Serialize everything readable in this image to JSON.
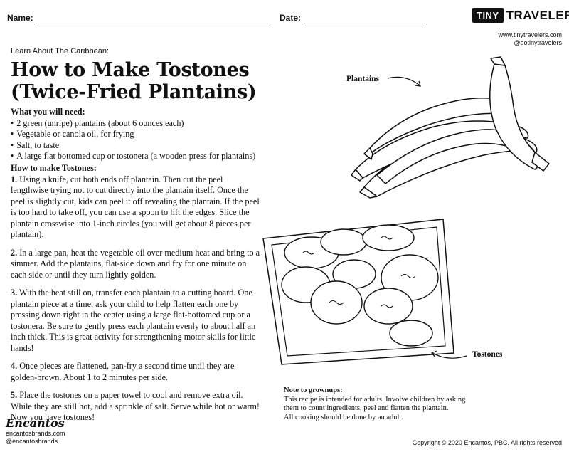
{
  "header": {
    "name_label": "Name:",
    "date_label": "Date:",
    "brand_tiny": "TINY",
    "brand_travelers": "TRAVELERS",
    "website": "www.tinytravelers.com",
    "social": "@gotinytravelers"
  },
  "eyebrow": "Learn About The Caribbean:",
  "title_line1": "How to Make Tostones",
  "title_line2": "(Twice-Fried Plantains)",
  "needs": {
    "heading": "What you will need:",
    "items": [
      "2 green (unripe) plantains (about 6 ounces each)",
      "Vegetable or canola oil, for frying",
      "Salt, to taste",
      "A large flat bottomed cup or tostonera (a wooden press for plantains)"
    ]
  },
  "howto": {
    "heading": "How to make Tostones:",
    "steps": [
      {
        "num": "1.",
        "text": "Using a knife, cut both ends off plantain. Then cut the peel lengthwise trying not to cut directly into the plantain itself. Once the peel is slightly cut, kids can peel it off revealing the plantain. If the peel is too hard to take off, you can use a spoon to lift the edges. Slice the plantain crosswise into 1-inch circles (you will get about 8 pieces per plantain)."
      },
      {
        "num": "2.",
        "text": "In a large pan, heat the vegetable oil over medium heat and bring to a simmer. Add the plantains, flat-side down and fry for one minute on each side or until they turn lightly golden."
      },
      {
        "num": "3.",
        "text": "With the heat still on, transfer each plantain to a cutting board. One plantain piece at a time, ask your child to help flatten each one by pressing down right in the center using a large flat-bottomed cup or a tostonera. Be sure to gently press each plantain evenly to about half an inch thick. This is great activity for strengthening motor skills for little hands!"
      },
      {
        "num": "4.",
        "text": "Once pieces are flattened, pan-fry a second time until they are golden-brown. About 1 to 2 minutes per side."
      },
      {
        "num": "5.",
        "text": "Place the tostones on a paper towel to cool and remove extra oil. While they are still hot, add a sprinkle of salt. Serve while hot or warm! Now you have tostones!"
      }
    ]
  },
  "labels": {
    "plantains": "Plantains",
    "tostones": "Tostones"
  },
  "note": {
    "heading": "Note to grownups:",
    "lines": [
      "This recipe is intended for adults. Involve children by asking",
      "them to count ingredients, peel and flatten the plantain.",
      "All cooking should be done by an adult."
    ]
  },
  "footer": {
    "brand": "Encantos",
    "site": "encantosbrands.com",
    "social": "@encantosbrands",
    "copyright": "Copyright © 2020 Encantos, PBC. All rights reserved"
  },
  "icons": [
    "plantains-illustration",
    "tostones-plate-illustration",
    "arrow-icon"
  ]
}
